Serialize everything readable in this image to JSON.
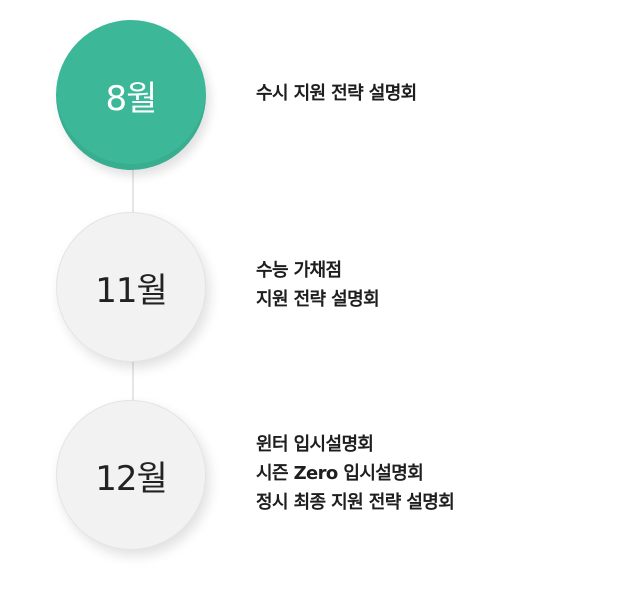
{
  "timeline": {
    "accent_color": "#3cb899",
    "inactive_color": "#f2f2f2",
    "steps": [
      {
        "month": "8월",
        "active": true,
        "events": [
          "수시 지원 전략 설명회"
        ]
      },
      {
        "month": "11월",
        "active": false,
        "events": [
          "수능 가채점",
          "지원 전략 설명회"
        ]
      },
      {
        "month": "12월",
        "active": false,
        "events": [
          "윈터 입시설명회",
          "시즌 Zero 입시설명회",
          "정시 최종 지원 전략 설명회"
        ]
      }
    ]
  }
}
